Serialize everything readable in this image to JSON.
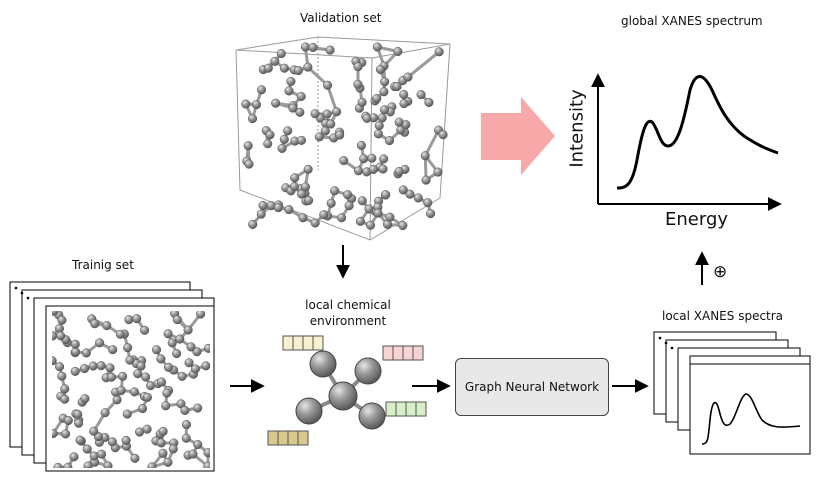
{
  "labels": {
    "validation_set": "Validation set",
    "training_set": "Trainig set",
    "local_env_line1": "local chemical",
    "local_env_line2": "environment",
    "gnn": "Graph Neural Network",
    "local_spectra": "local XANES spectra",
    "global_spectrum": "global XANES spectrum",
    "y_axis": "Intensity",
    "x_axis": "Energy",
    "sum_symbol": "⊕"
  },
  "colors": {
    "atom": "#8c8c8c",
    "bond": "#9a9a9a",
    "big_arrow": "#f7a8a8",
    "feature_yellow": "#f8f0cf",
    "feature_pink": "#f6d4d4",
    "feature_green": "#d6efc8",
    "feature_tan": "#d9c98c",
    "gnn_box": "#e8e8e8"
  },
  "icons": {
    "big_arrow": "right-arrow-icon",
    "ellipsis": "vertical-dots-icon",
    "sum": "circled-plus-icon"
  }
}
